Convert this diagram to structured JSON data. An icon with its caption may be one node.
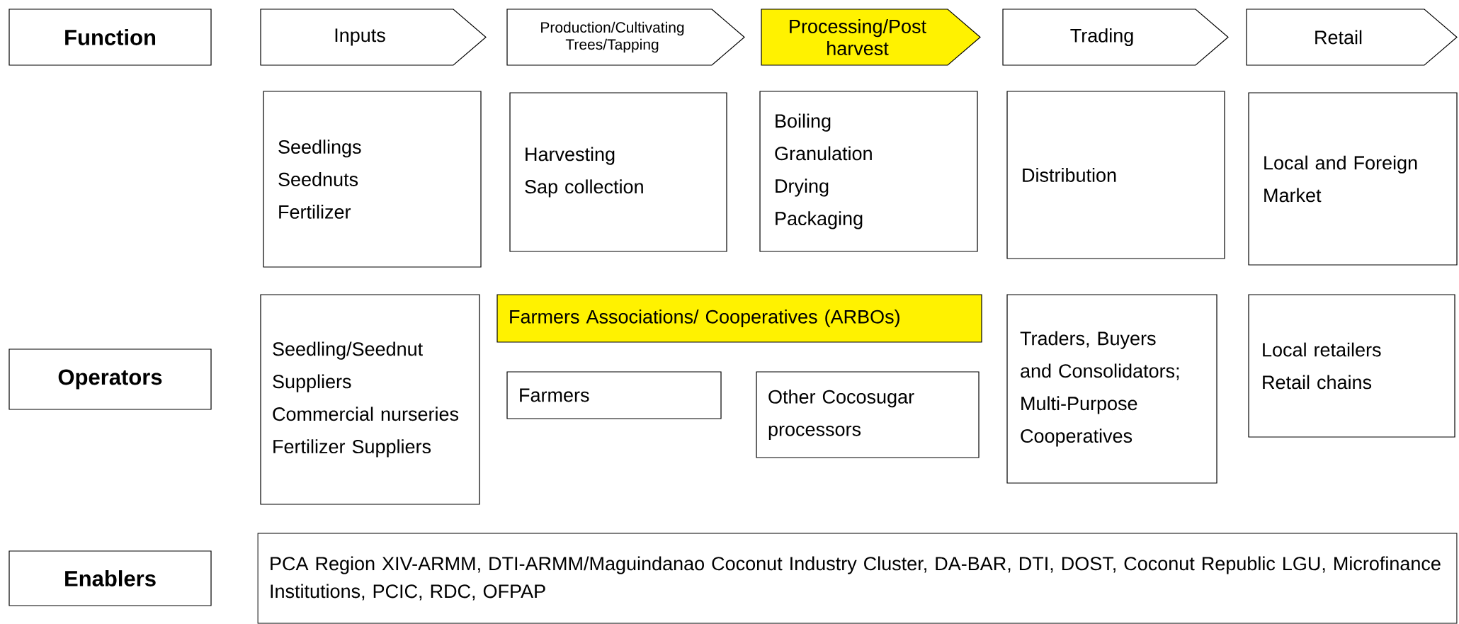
{
  "diagram": {
    "nodes": [
      {
        "text": [
          "Function"
        ]
      },
      {
        "text": [
          "Inputs"
        ]
      },
      {
        "text": [
          "Production/Cultivating Trees/Tapping"
        ]
      },
      {
        "text": [
          "Processing/Post harvest"
        ]
      },
      {
        "text": [
          "Trading"
        ]
      },
      {
        "text": [
          "Retail"
        ]
      },
      {
        "text": [
          "Seedlings",
          "Seednuts",
          "Fertilizer"
        ]
      },
      {
        "text": [
          "Harvesting",
          "Sap collection"
        ]
      },
      {
        "text": [
          "Boiling",
          "Granulation",
          "Drying",
          "Packaging"
        ]
      },
      {
        "text": [
          "Distribution"
        ]
      },
      {
        "text": [
          "Local and Foreign Market"
        ]
      },
      {
        "text": [
          "Operators"
        ]
      },
      {
        "text": [
          "Seedling/Seednut Suppliers",
          "Commercial nurseries",
          "Fertilizer Suppliers"
        ]
      },
      {
        "text": [
          "Farmers Associations/ Cooperatives (ARBOs)"
        ]
      },
      {
        "text": [
          "Farmers"
        ]
      },
      {
        "text": [
          "Other Cocosugar processors"
        ]
      },
      {
        "text": [
          "Traders, Buyers and Consolidators; Multi-Purpose Cooperatives"
        ]
      },
      {
        "text": [
          "Local retailers",
          "Retail chains"
        ]
      },
      {
        "text": [
          "Enablers"
        ]
      },
      {
        "text": [
          "PCA Region XIV-ARMM, DTI-ARMM/Maguindanao Coconut Industry Cluster, DA-BAR, DTI, DOST, Coconut Republic LGU, Microfinance Institutions, PCIC, RDC, OFPAP"
        ]
      }
    ]
  }
}
